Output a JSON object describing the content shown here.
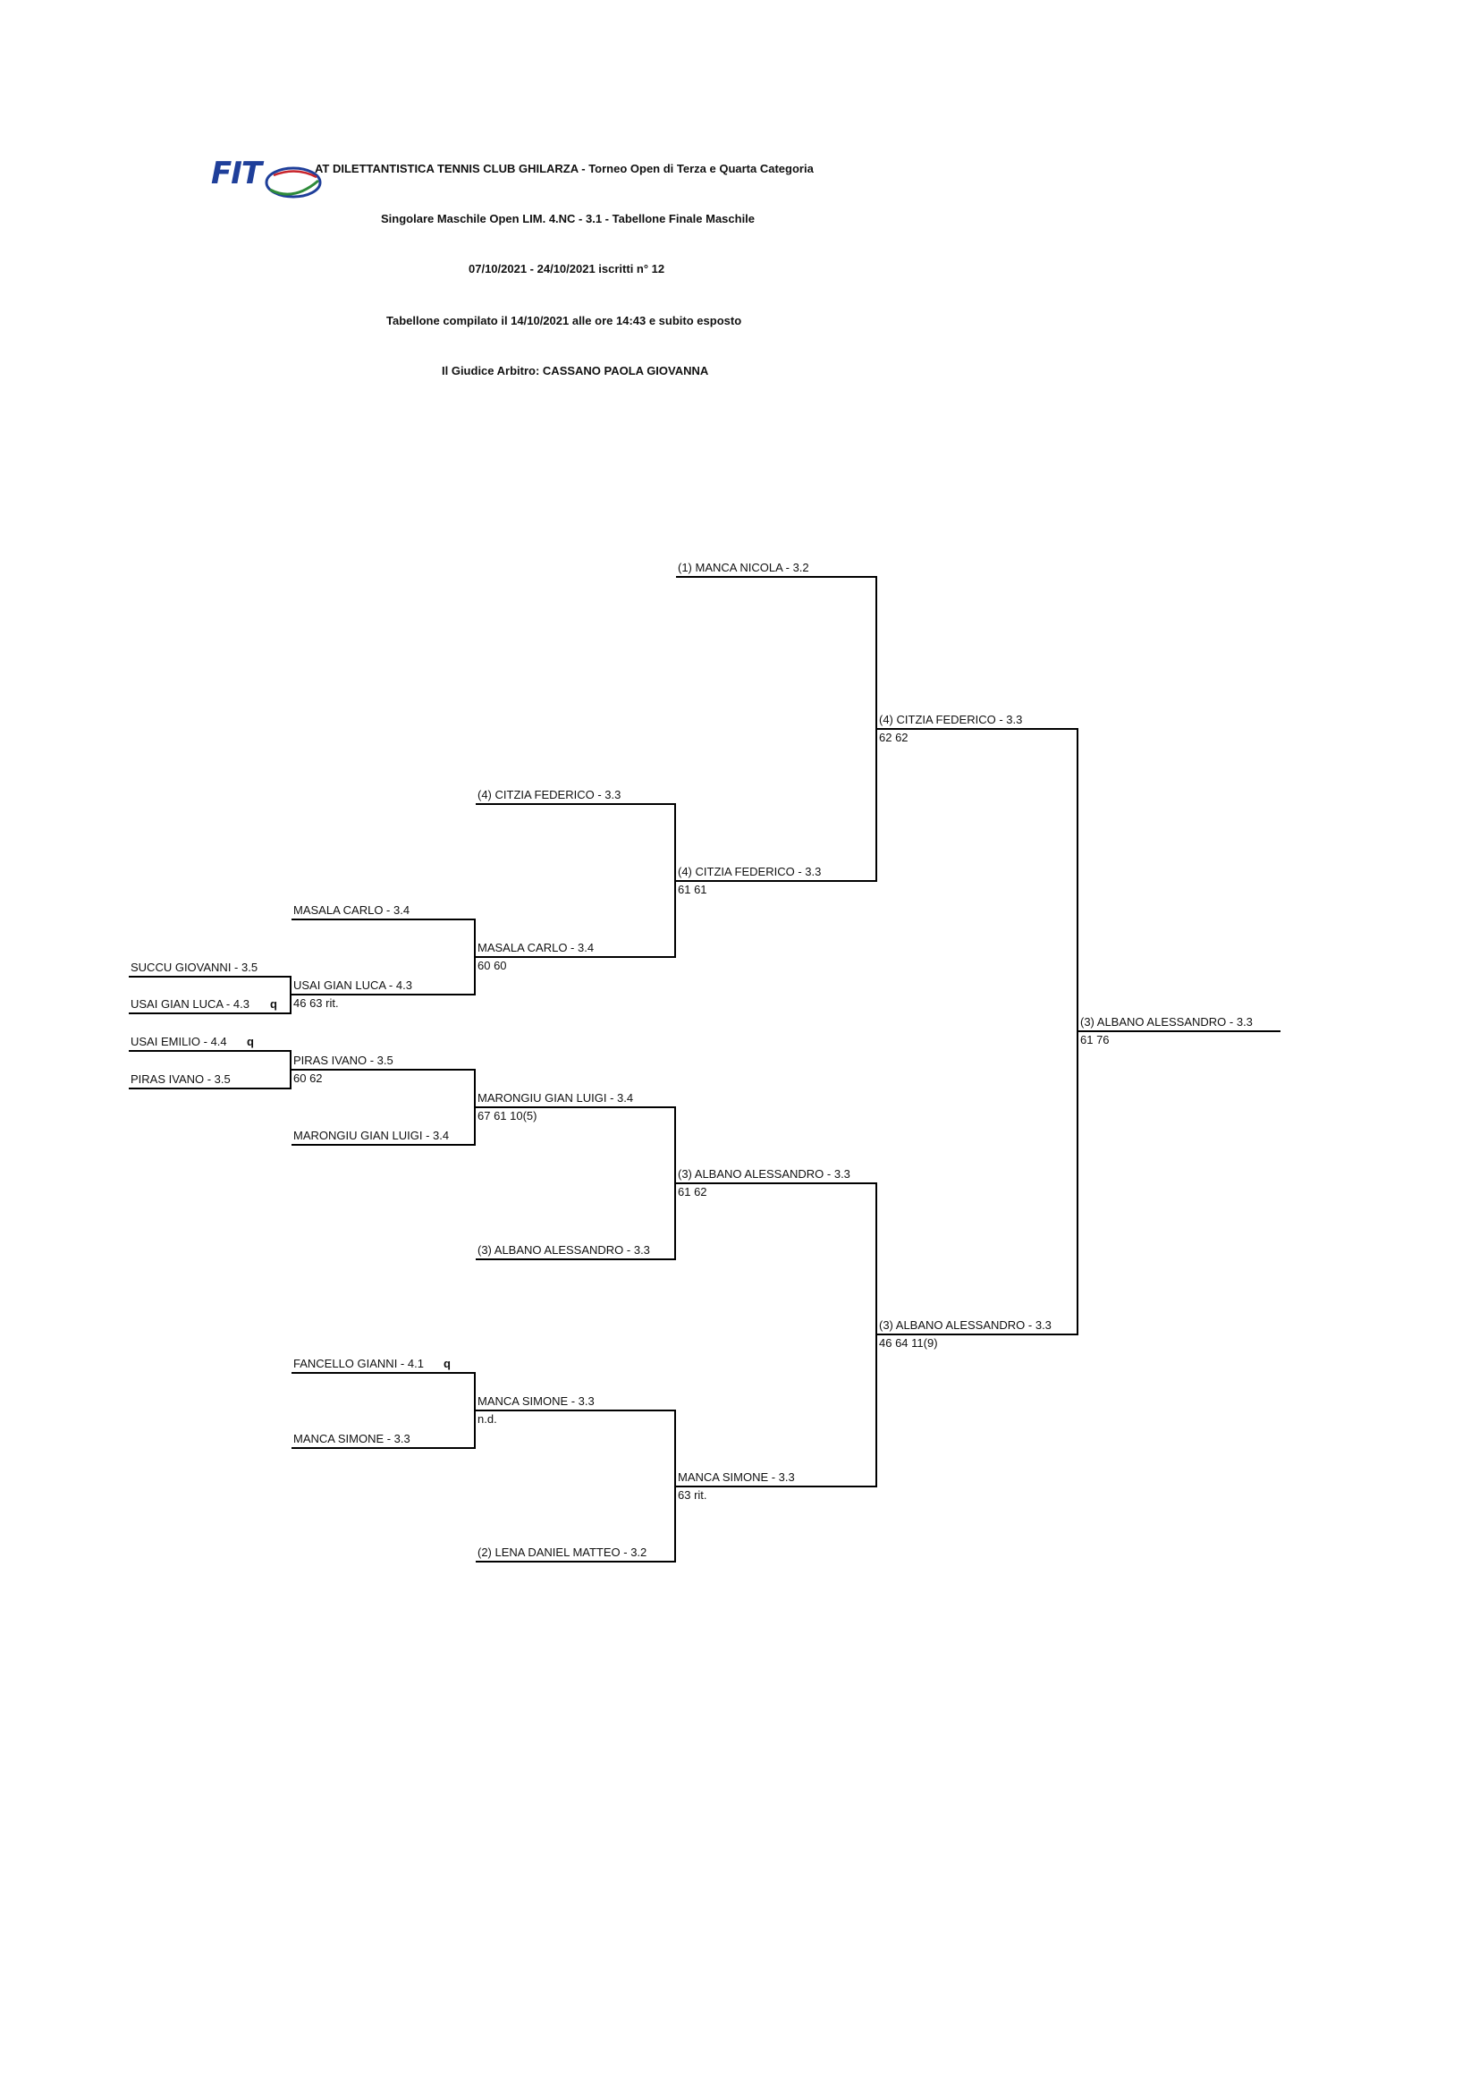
{
  "header": {
    "logo_text": "FIT",
    "line1": "AT DILETTANTISTICA TENNIS CLUB GHILARZA - Torneo Open  di Terza e Quarta Categoria",
    "line2": "Singolare Maschile Open LIM. 4.NC - 3.1 - Tabellone Finale Maschile",
    "line3": "07/10/2021 - 24/10/2021   iscritti n° 12",
    "line4": "Tabellone compilato il 14/10/2021 alle ore 14:43 e subito esposto",
    "line5": "Il Giudice Arbitro: CASSANO PAOLA GIOVANNA"
  },
  "bracket": {
    "r0": [
      {
        "name": "SUCCU GIOVANNI - 3.5"
      },
      {
        "name": "USAI GIAN LUCA - 4.3",
        "q": "q"
      },
      {
        "name": "USAI EMILIO - 4.4",
        "q": "q"
      },
      {
        "name": "PIRAS IVANO - 3.5"
      }
    ],
    "r1": [
      {
        "name": "MASALA CARLO - 3.4"
      },
      {
        "name": "USAI GIAN LUCA - 4.3",
        "score": "46 63   rit."
      },
      {
        "name": "PIRAS IVANO - 3.5",
        "score": "60 62"
      },
      {
        "name": "MARONGIU GIAN LUIGI - 3.4"
      },
      {
        "name": "FANCELLO GIANNI - 4.1",
        "q": "q"
      },
      {
        "name": "MANCA SIMONE - 3.3"
      }
    ],
    "r2": [
      {
        "name": "(4) CITZIA FEDERICO - 3.3"
      },
      {
        "name": "MASALA CARLO - 3.4",
        "score": "60 60"
      },
      {
        "name": "MARONGIU GIAN LUIGI - 3.4",
        "score": "67 61 10(5)"
      },
      {
        "name": "(3) ALBANO ALESSANDRO - 3.3"
      },
      {
        "name": "MANCA SIMONE - 3.3",
        "score": "n.d."
      },
      {
        "name": "(2) LENA DANIEL MATTEO - 3.2"
      }
    ],
    "r3": [
      {
        "name": "(1) MANCA NICOLA - 3.2"
      },
      {
        "name": "(4) CITZIA FEDERICO - 3.3",
        "score": "61 61"
      },
      {
        "name": "(3) ALBANO ALESSANDRO - 3.3",
        "score": "61 62"
      },
      {
        "name": "MANCA SIMONE - 3.3",
        "score": "63   rit."
      }
    ],
    "r4": [
      {
        "name": "(4) CITZIA FEDERICO - 3.3",
        "score": "62 62"
      },
      {
        "name": "(3) ALBANO ALESSANDRO - 3.3",
        "score": "46 64 11(9)"
      }
    ],
    "r5": [
      {
        "name": "(3) ALBANO ALESSANDRO - 3.3",
        "score": "61 76"
      }
    ]
  }
}
